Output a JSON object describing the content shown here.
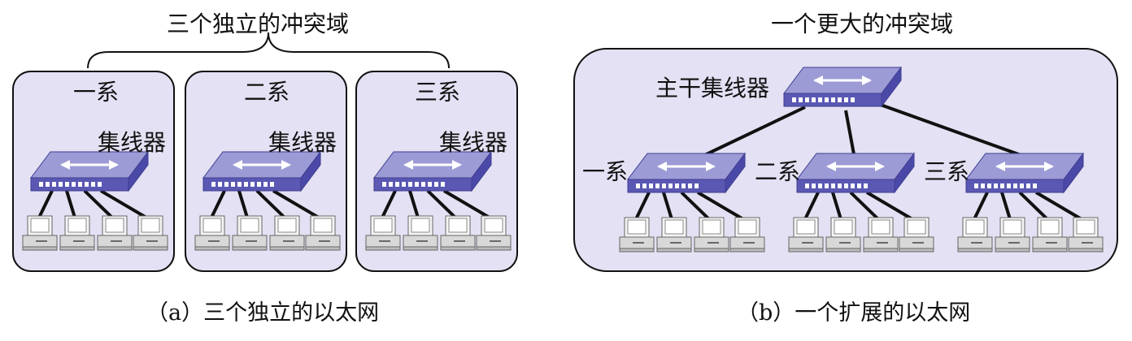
{
  "panel_a": {
    "title": "三个独立的冲突域",
    "caption": "（a）三个独立的以太网",
    "hub_label": "集线器",
    "departments": [
      "一系",
      "二系",
      "三系"
    ]
  },
  "panel_b": {
    "title": "一个更大的冲突域",
    "caption": "（b）一个扩展的以太网",
    "backbone_label": "主干集线器",
    "departments": [
      "一系",
      "二系",
      "三系"
    ]
  },
  "colors": {
    "domain_fill": "#e3e1f3",
    "hub_top": "#9d9bd6",
    "hub_front": "#5a58b3",
    "hub_side": "#4b49a8"
  }
}
